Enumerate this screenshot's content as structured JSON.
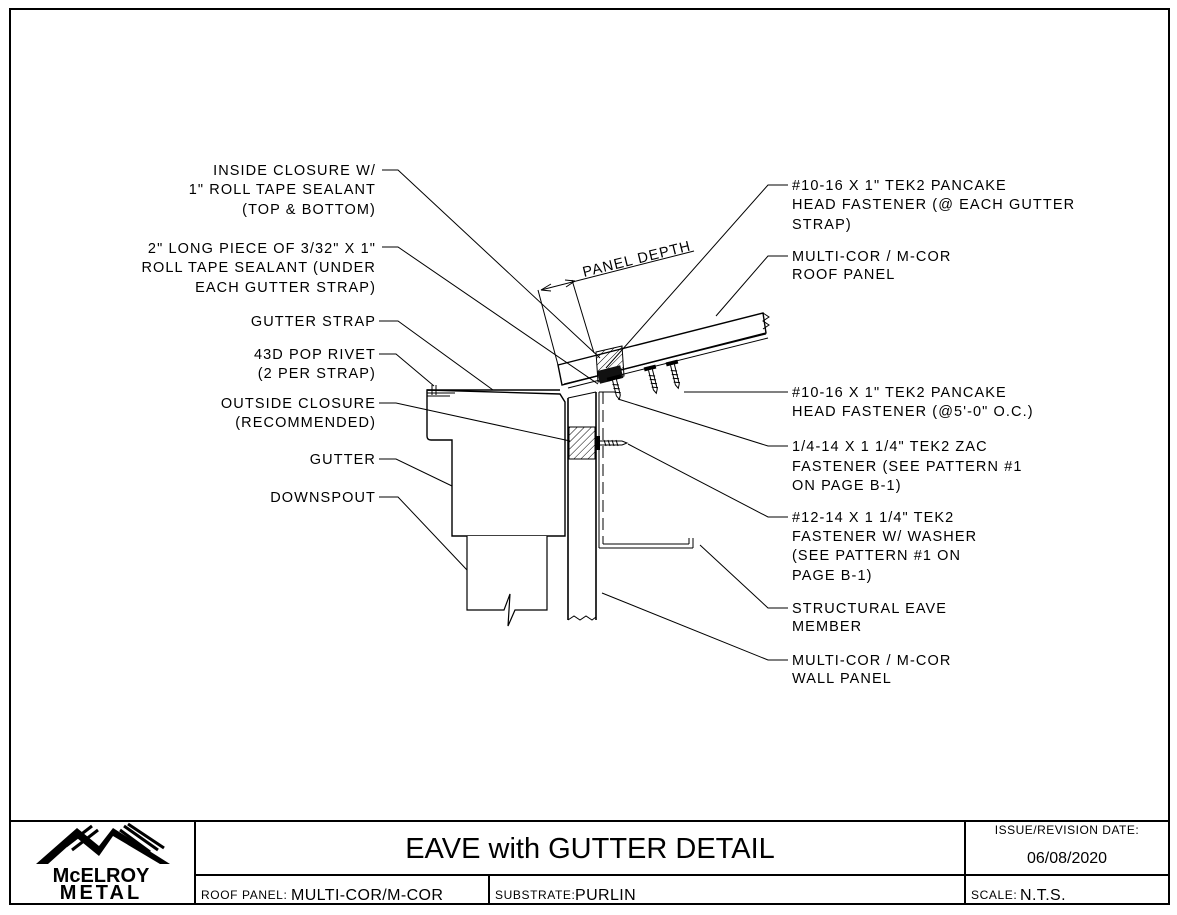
{
  "callouts": {
    "inside_closure": [
      "INSIDE CLOSURE W/",
      "1\" ROLL TAPE SEALANT",
      "(TOP & BOTTOM)"
    ],
    "long_piece": [
      "2\" LONG PIECE OF 3/32\" X 1\"",
      "ROLL TAPE SEALANT (UNDER",
      "EACH GUTTER STRAP)"
    ],
    "gutter_strap": [
      "GUTTER STRAP"
    ],
    "pop_rivet": [
      "43D POP RIVET",
      "(2 PER STRAP)"
    ],
    "outside_closure": [
      "OUTSIDE CLOSURE",
      "(RECOMMENDED)"
    ],
    "gutter": [
      "GUTTER"
    ],
    "downspout": [
      "DOWNSPOUT"
    ],
    "pancake_strap": [
      "#10-16 X 1\" TEK2 PANCAKE",
      "HEAD FASTENER (@ EACH GUTTER",
      "STRAP)"
    ],
    "roof_panel": [
      "MULTI-COR / M-COR",
      "ROOF PANEL"
    ],
    "pancake_oc": [
      "#10-16 X 1\" TEK2 PANCAKE",
      "HEAD FASTENER (@5'-0\" O.C.)"
    ],
    "zac_fastener": [
      "1/4-14 X 1 1/4\" TEK2 ZAC",
      "FASTENER (SEE PATTERN #1",
      "ON PAGE B-1)"
    ],
    "washer_fastener": [
      "#12-14 X 1 1/4\" TEK2",
      "FASTENER W/ WASHER",
      "(SEE PATTERN #1 ON",
      "PAGE B-1)"
    ],
    "structural_eave": [
      "STRUCTURAL EAVE",
      "MEMBER"
    ],
    "wall_panel": [
      "MULTI-COR / M-COR",
      "WALL PANEL"
    ],
    "panel_depth": "PANEL DEPTH"
  },
  "title_block": {
    "logo_line1": "McELROY",
    "logo_line2": "METAL",
    "title": "EAVE with GUTTER DETAIL",
    "issue_label": "ISSUE/REVISION DATE:",
    "issue_date": "06/08/2020",
    "roof_panel_label": "ROOF PANEL:",
    "roof_panel_value": "MULTI-COR/M-COR",
    "substrate_label": "SUBSTRATE:",
    "substrate_value": "PURLIN",
    "scale_label": "SCALE:",
    "scale_value": "N.T.S."
  }
}
